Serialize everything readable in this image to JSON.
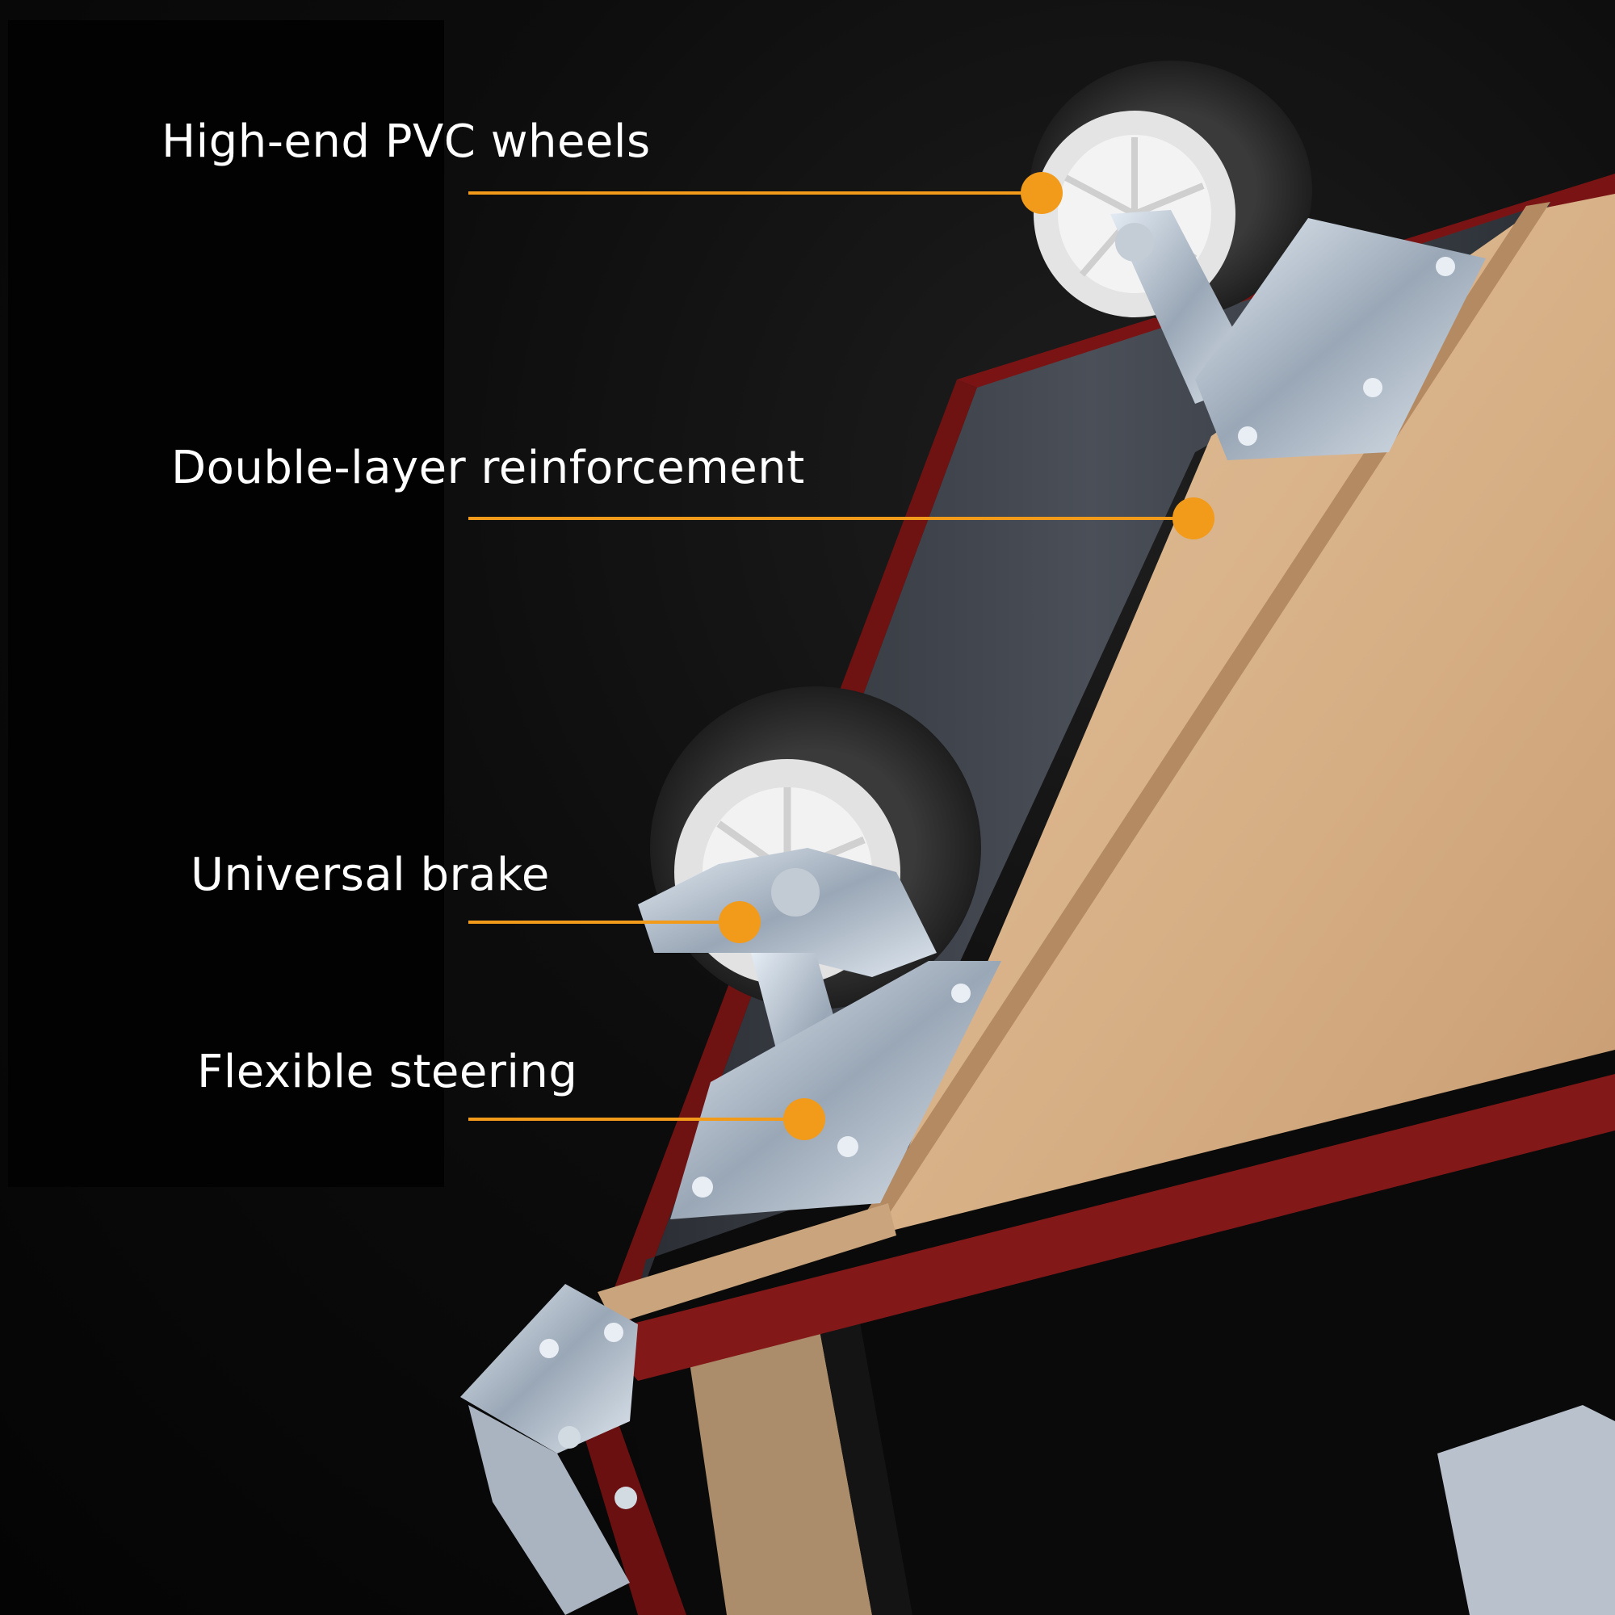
{
  "callouts": [
    {
      "id": "pvc-wheels",
      "text": "High-end PVC wheels"
    },
    {
      "id": "reinforcement",
      "text": "Double-layer reinforcement"
    },
    {
      "id": "brake",
      "text": "Universal brake"
    },
    {
      "id": "steering",
      "text": "Flexible steering"
    }
  ],
  "colors": {
    "accent": "#f29a1a",
    "label_text": "#ffffff",
    "background": "#050505",
    "frame_red": "#7a1414",
    "plywood": "#d9b48a"
  }
}
